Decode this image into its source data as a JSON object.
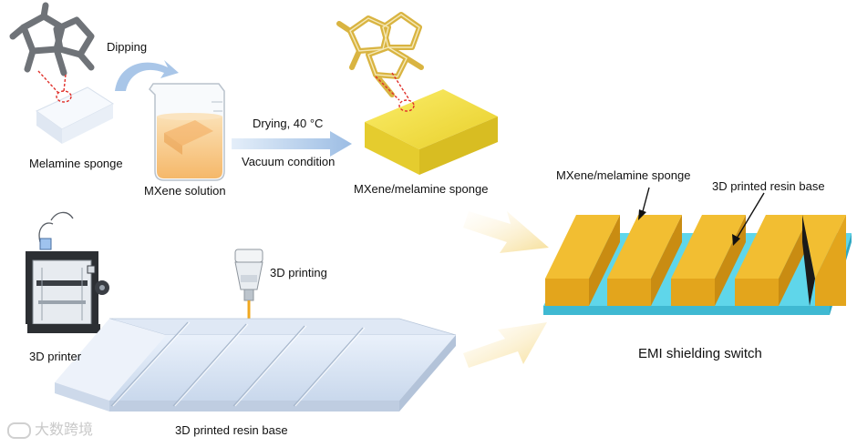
{
  "labels": {
    "dipping": "Dipping",
    "melamine_sponge": "Melamine sponge",
    "mxene_solution": "MXene solution",
    "drying": "Drying, 40 °C",
    "vacuum": "Vacuum condition",
    "mxene_melamine_sponge": "MXene/melamine sponge",
    "mxene_melamine_sponge_switch": "MXene/melamine sponge",
    "resin_base_switch": "3D printed resin base",
    "printing": "3D printing",
    "printer": "3D printer",
    "resin_base": "3D printed resin base",
    "emi_switch": "EMI shielding switch"
  },
  "watermark": "大数跨境",
  "colors": {
    "sponge_white": "#eef3fa",
    "mxene_yellow": "#f3e04a",
    "solution_orange": "#f7c98a",
    "switch_cyan": "#5fd6ea",
    "switch_bar": "#e8aa1c",
    "arrow_blue": "#a9c6e8",
    "arrow_yellow": "#f7e3a4",
    "dashed_red": "#e0302a"
  }
}
